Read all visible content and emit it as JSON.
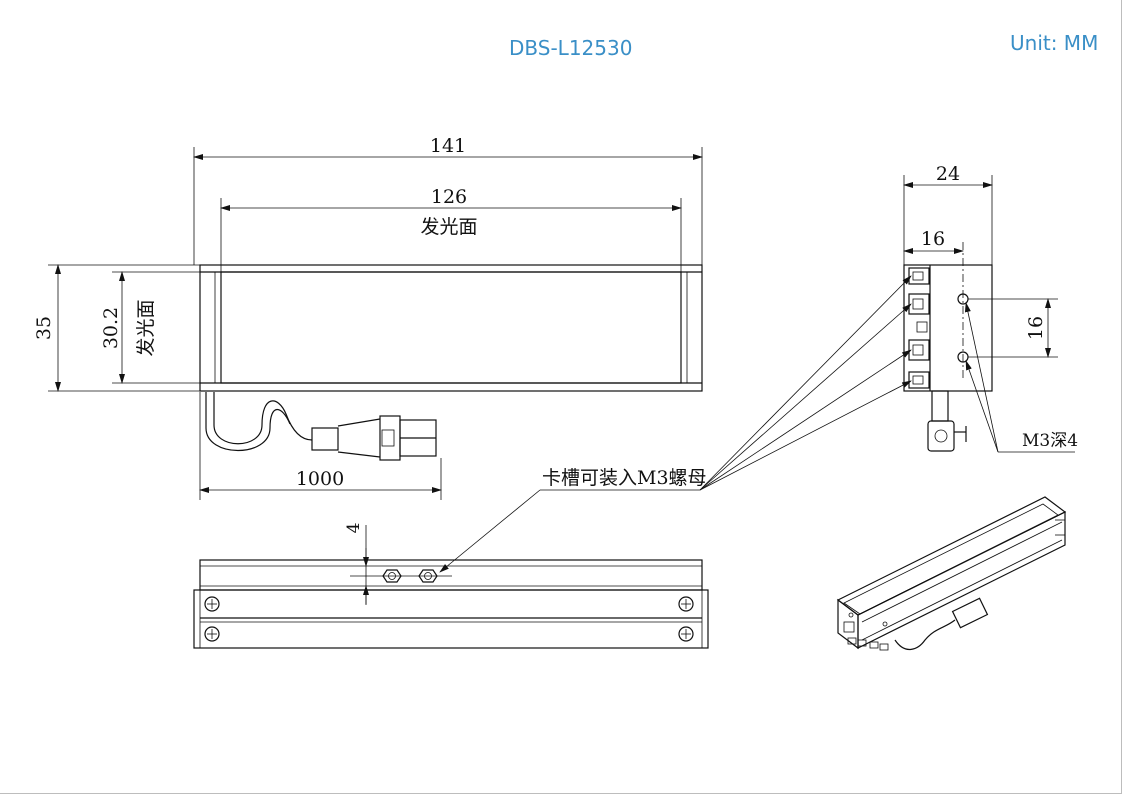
{
  "header": {
    "title": "DBS-L12530",
    "unit": "Unit: MM"
  },
  "dimensions": {
    "overall_length": "141",
    "emitting_length": "126",
    "emitting_face": "发光面",
    "height": "35",
    "emitting_height": "30.2",
    "cable_length": "1000",
    "slot_offset": "4",
    "side_width": "24",
    "side_inner": "16",
    "hole_spacing": "16"
  },
  "notes": {
    "slot_note": "卡槽可装入M3螺母",
    "hole_note": "M3深4"
  }
}
